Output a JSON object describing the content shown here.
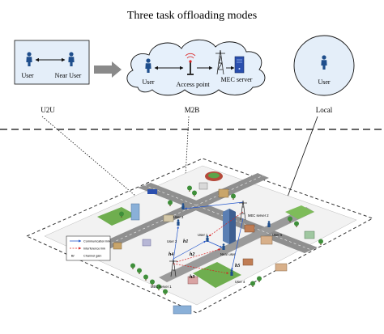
{
  "title": "Three task offloading modes",
  "modes": {
    "u2u": {
      "label": "U2U",
      "user_label": "User",
      "near_user_label": "Near User"
    },
    "m2b": {
      "label": "M2B",
      "user_label": "User",
      "access_point_label": "Access point",
      "mec_server_label": "MEC server"
    },
    "local": {
      "label": "Local",
      "user_label": "User"
    }
  },
  "map": {
    "labels": {
      "user1": "User 1",
      "user2": "User 2",
      "user3": "User 3",
      "user4": "User 4",
      "user5": "User 5",
      "near_user": "Near user",
      "mec_server1": "MEC server 1",
      "mec_server2": "MEC server 2"
    },
    "channel_gains": [
      "h1",
      "h2",
      "h3",
      "h4",
      "h5"
    ],
    "legend": [
      {
        "key": "comm",
        "label": "Communication link"
      },
      {
        "key": "interf",
        "label": "Interference link"
      },
      {
        "key": "gain",
        "label": "Channel gain",
        "symbol": "hi"
      }
    ]
  },
  "colors": {
    "user_figure": "#1f4e8c",
    "comm_link": "#2255cc",
    "interference_link": "#d92020",
    "road": "#8f8f8f",
    "grass": "#6fae4f",
    "mec_box": "#2a4fae",
    "box_fill": "#e4eef9",
    "cloud_fill": "#e6f0fb",
    "arrow_gray": "#8a8a8a"
  }
}
